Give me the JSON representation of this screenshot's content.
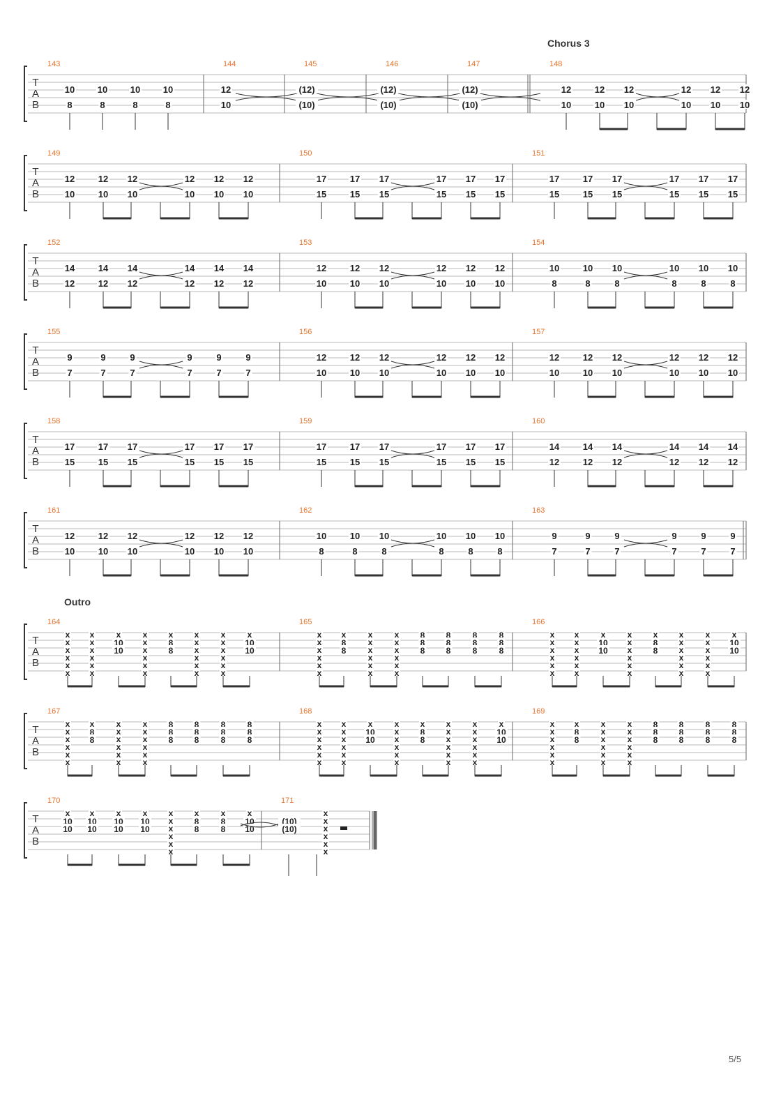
{
  "page": {
    "number": "5/5"
  },
  "colors": {
    "bar_number": "#e8732a",
    "staff": "#b8b8b8",
    "ink": "#222222"
  },
  "tab_clef": [
    "T",
    "A",
    "B"
  ],
  "sections": {
    "chorus3": "Chorus 3",
    "outro": "Outro"
  },
  "systems": [
    {
      "bars": [
        {
          "number": "143",
          "type": "q4",
          "hi": [
            "10",
            "10",
            "10",
            "10"
          ],
          "lo": [
            "8",
            "8",
            "8",
            "8"
          ]
        },
        {
          "number": "144",
          "type": "tie",
          "hi": [
            "12"
          ],
          "lo": [
            "10"
          ]
        },
        {
          "number": "145",
          "type": "tie",
          "hi": [
            "(12)"
          ],
          "lo": [
            "(10)"
          ]
        },
        {
          "number": "146",
          "type": "tie",
          "hi": [
            "(12)"
          ],
          "lo": [
            "(10)"
          ]
        },
        {
          "number": "147",
          "type": "tienext",
          "hi": [
            "(12)"
          ],
          "lo": [
            "(10)"
          ]
        },
        {
          "number": "148",
          "type": "riff",
          "hi": [
            "12",
            "12",
            "12",
            "12",
            "12",
            "12"
          ],
          "lo": [
            "10",
            "10",
            "10",
            "10",
            "10",
            "10"
          ]
        }
      ]
    },
    {
      "bars": [
        {
          "number": "149",
          "type": "riff",
          "hi": [
            "12",
            "12",
            "12",
            "12",
            "12",
            "12"
          ],
          "lo": [
            "10",
            "10",
            "10",
            "10",
            "10",
            "10"
          ]
        },
        {
          "number": "150",
          "type": "riff",
          "hi": [
            "17",
            "17",
            "17",
            "17",
            "17",
            "17"
          ],
          "lo": [
            "15",
            "15",
            "15",
            "15",
            "15",
            "15"
          ]
        },
        {
          "number": "151",
          "type": "riff",
          "hi": [
            "17",
            "17",
            "17",
            "17",
            "17",
            "17"
          ],
          "lo": [
            "15",
            "15",
            "15",
            "15",
            "15",
            "15"
          ]
        }
      ]
    },
    {
      "bars": [
        {
          "number": "152",
          "type": "riff",
          "hi": [
            "14",
            "14",
            "14",
            "14",
            "14",
            "14"
          ],
          "lo": [
            "12",
            "12",
            "12",
            "12",
            "12",
            "12"
          ]
        },
        {
          "number": "153",
          "type": "riff",
          "hi": [
            "12",
            "12",
            "12",
            "12",
            "12",
            "12"
          ],
          "lo": [
            "10",
            "10",
            "10",
            "10",
            "10",
            "10"
          ]
        },
        {
          "number": "154",
          "type": "riff",
          "hi": [
            "10",
            "10",
            "10",
            "10",
            "10",
            "10"
          ],
          "lo": [
            "8",
            "8",
            "8",
            "8",
            "8",
            "8"
          ]
        }
      ]
    },
    {
      "bars": [
        {
          "number": "155",
          "type": "riff",
          "hi": [
            "9",
            "9",
            "9",
            "9",
            "9",
            "9"
          ],
          "lo": [
            "7",
            "7",
            "7",
            "7",
            "7",
            "7"
          ]
        },
        {
          "number": "156",
          "type": "riff",
          "hi": [
            "12",
            "12",
            "12",
            "12",
            "12",
            "12"
          ],
          "lo": [
            "10",
            "10",
            "10",
            "10",
            "10",
            "10"
          ]
        },
        {
          "number": "157",
          "type": "riff",
          "hi": [
            "12",
            "12",
            "12",
            "12",
            "12",
            "12"
          ],
          "lo": [
            "10",
            "10",
            "10",
            "10",
            "10",
            "10"
          ]
        }
      ]
    },
    {
      "bars": [
        {
          "number": "158",
          "type": "riff",
          "hi": [
            "17",
            "17",
            "17",
            "17",
            "17",
            "17"
          ],
          "lo": [
            "15",
            "15",
            "15",
            "15",
            "15",
            "15"
          ]
        },
        {
          "number": "159",
          "type": "riff",
          "hi": [
            "17",
            "17",
            "17",
            "17",
            "17",
            "17"
          ],
          "lo": [
            "15",
            "15",
            "15",
            "15",
            "15",
            "15"
          ]
        },
        {
          "number": "160",
          "type": "riff",
          "hi": [
            "14",
            "14",
            "14",
            "14",
            "14",
            "14"
          ],
          "lo": [
            "12",
            "12",
            "12",
            "12",
            "12",
            "12"
          ]
        }
      ]
    },
    {
      "bars": [
        {
          "number": "161",
          "type": "riff",
          "hi": [
            "12",
            "12",
            "12",
            "12",
            "12",
            "12"
          ],
          "lo": [
            "10",
            "10",
            "10",
            "10",
            "10",
            "10"
          ]
        },
        {
          "number": "162",
          "type": "riff",
          "hi": [
            "10",
            "10",
            "10",
            "10",
            "10",
            "10"
          ],
          "lo": [
            "8",
            "8",
            "8",
            "8",
            "8",
            "8"
          ]
        },
        {
          "number": "163",
          "type": "riff",
          "hi": [
            "9",
            "9",
            "9",
            "9",
            "9",
            "9"
          ],
          "lo": [
            "7",
            "7",
            "7",
            "7",
            "7",
            "7"
          ]
        }
      ]
    },
    {
      "bars": [
        {
          "number": "164",
          "beats": [
            "X",
            "X",
            "L10",
            "X",
            "L8",
            "X",
            "X",
            "L10"
          ]
        },
        {
          "number": "165",
          "beats": [
            "X",
            "L8",
            "X",
            "X",
            "H8",
            "H8",
            "H8",
            "H8"
          ]
        },
        {
          "number": "166",
          "beats": [
            "X",
            "X",
            "L10",
            "X",
            "L8",
            "X",
            "X",
            "L10"
          ]
        }
      ]
    },
    {
      "bars": [
        {
          "number": "167",
          "beats": [
            "X",
            "L8",
            "X",
            "X",
            "H8",
            "H8",
            "H8",
            "H8"
          ]
        },
        {
          "number": "168",
          "beats": [
            "X",
            "X",
            "L10",
            "X",
            "L8",
            "X",
            "X",
            "L10"
          ]
        },
        {
          "number": "169",
          "beats": [
            "X",
            "L8",
            "X",
            "X",
            "H8",
            "H8",
            "H8",
            "H8"
          ]
        }
      ]
    },
    {
      "bars": [
        {
          "number": "170",
          "beats": [
            "L10",
            "L10",
            "L10",
            "L10",
            "X",
            "L8",
            "L8",
            "L10"
          ]
        },
        {
          "number": "171",
          "beats": [
            "P10",
            "X",
            "REST"
          ]
        }
      ]
    }
  ]
}
